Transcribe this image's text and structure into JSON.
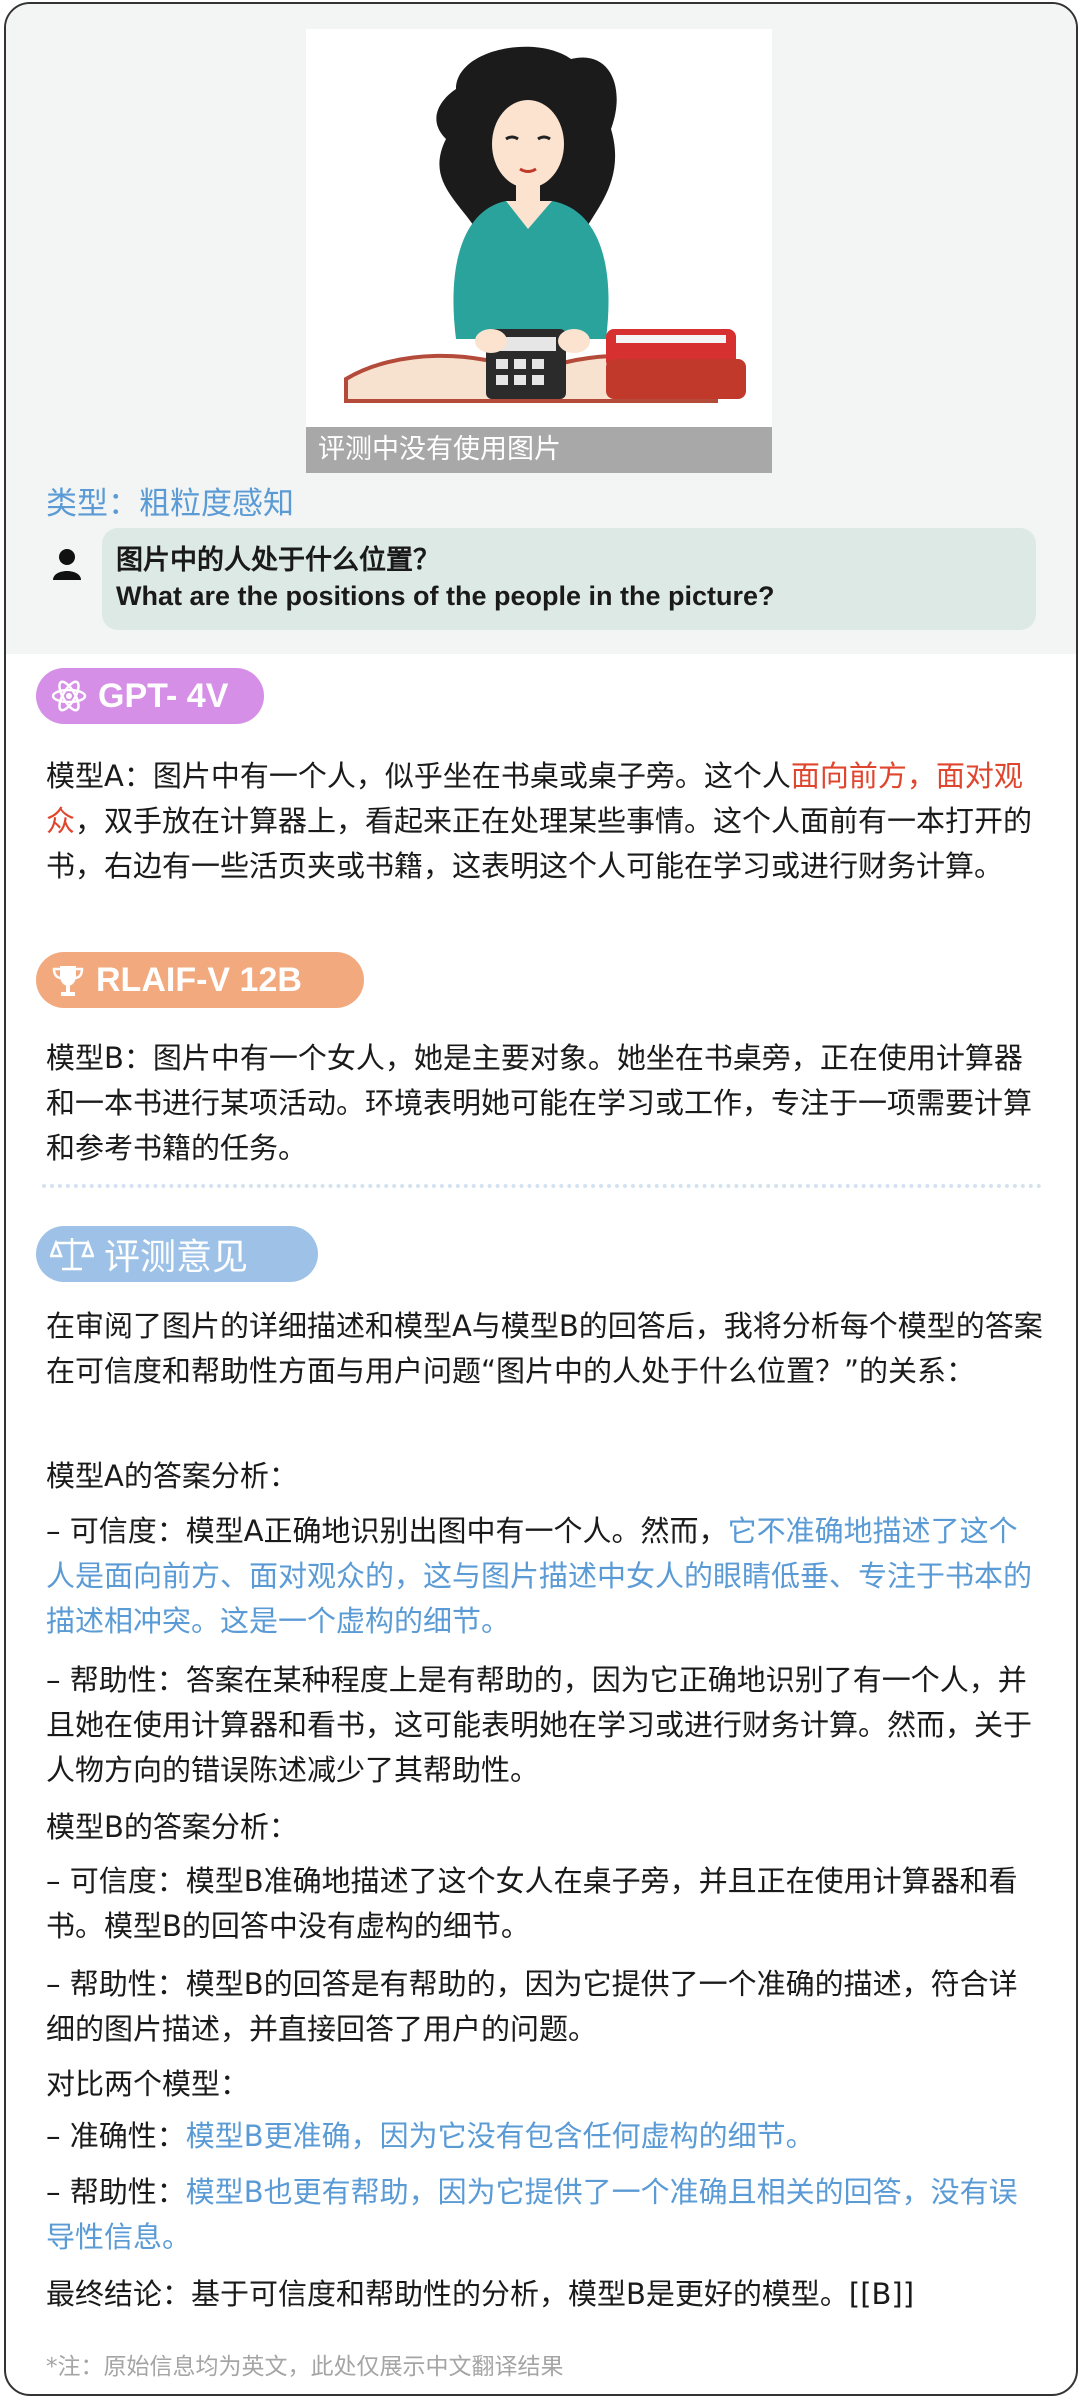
{
  "image_caption": "评测中没有使用图片",
  "type_label": "类型：粗粒度感知",
  "question": {
    "zh": "图片中的人处于什么位置？",
    "en": "What are the positions of the people in the picture?"
  },
  "gpt": {
    "badge": "GPT- 4V",
    "answer_pre": "模型A：图片中有一个人，似乎坐在书桌或桌子旁。这个人",
    "answer_highlight": "面向前方，面对观众",
    "answer_post": "，双手放在计算器上，看起来正在处理某些事情。这个人面前有一本打开的书，右边有一些活页夹或书籍，这表明这个人可能在学习或进行财务计算。"
  },
  "rlaif": {
    "badge": "RLAIF-V 12B",
    "answer": "模型B：图片中有一个女人，她是主要对象。她坐在书桌旁，正在使用计算器和一本书进行某项活动。环境表明她可能在学习或工作，专注于一项需要计算和参考书籍的任务。"
  },
  "evaluation": {
    "badge": "评测意见",
    "intro": "在审阅了图片的详细描述和模型A与模型B的回答后，我将分析每个模型的答案在可信度和帮助性方面与用户问题“图片中的人处于什么位置？”的关系：",
    "a_title": "模型A的答案分析：",
    "a_cred_pre": "– 可信度：模型A正确地识别出图中有一个人。然而，",
    "a_cred_highlight": "它不准确地描述了这个人是面向前方、面对观众的，这与图片描述中女人的眼睛低垂、专注于书本的描述相冲突。这是一个虚构的细节。",
    "a_help": "– 帮助性：答案在某种程度上是有帮助的，因为它正确地识别了有一个人，并且她在使用计算器和看书，这可能表明她在学习或进行财务计算。然而，关于人物方向的错误陈述减少了其帮助性。",
    "b_title": "模型B的答案分析：",
    "b_cred": "– 可信度：模型B准确地描述了这个女人在桌子旁，并且正在使用计算器和看书。模型B的回答中没有虚构的细节。",
    "b_help": "– 帮助性：模型B的回答是有帮助的，因为它提供了一个准确的描述，符合详细的图片描述，并直接回答了用户的问题。",
    "compare_title": "对比两个模型：",
    "acc_pre": "– 准确性：",
    "acc_highlight": "模型B更准确，因为它没有包含任何虚构的细节。",
    "help_pre": "– 帮助性：",
    "help_highlight": "模型B也更有帮助，因为它提供了一个准确且相关的回答，没有误导性信息。",
    "conclusion": "最终结论：基于可信度和帮助性的分析，模型B是更好的模型。[[B]]"
  },
  "footnote": "*注：原始信息均为英文，此处仅展示中文翻译结果",
  "colors": {
    "highlight_red": "#e0452e",
    "highlight_blue": "#5b9bd5",
    "gpt_badge": "#d68fe6",
    "rlaif_badge": "#f2a97e",
    "eval_badge": "#9ec2e7"
  }
}
